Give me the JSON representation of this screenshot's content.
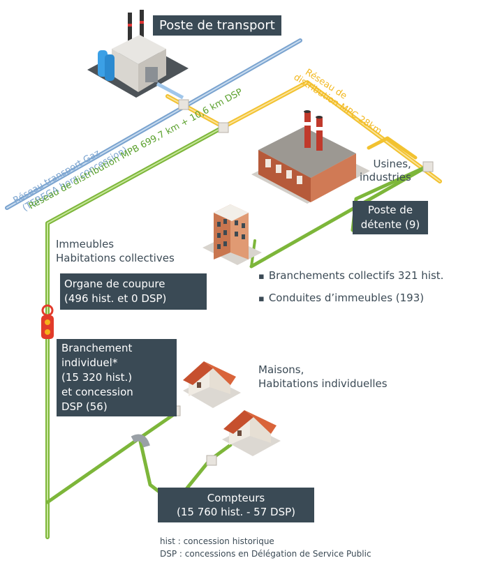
{
  "boxes": {
    "poste_transport": "Poste de transport",
    "poste_detente": [
      "Poste de",
      "détente (9)"
    ],
    "organe_coupure": [
      "Organe de coupure",
      "(496 hist. et 0 DSP)"
    ],
    "branchement_individuel": [
      "Branchement",
      "individuel*",
      "(15 320 hist.)",
      "et concession",
      "DSP (56)"
    ],
    "compteurs": [
      "Compteurs",
      "(15 760 hist. - 57 DSP)"
    ]
  },
  "network_labels": {
    "transport": [
      "Réseau transport Gaz",
      "(TEREGA hors concession)"
    ],
    "distribution_mpb": "Réseau de distribution MPB 699,7 km + 10,6 km DSP",
    "distribution_mpc": [
      "Réseau de",
      "distribution MPC 28km"
    ]
  },
  "labels": {
    "usines": [
      "Usines,",
      "industries"
    ],
    "immeubles": [
      "Immeubles",
      "Habitations collectives"
    ],
    "maisons": [
      "Maisons,",
      "Habitations individuelles"
    ]
  },
  "bullets": [
    "Branchements collectifs 321 hist.",
    "Conduites d’immeubles (193)"
  ],
  "footnotes": [
    "hist : concession historique",
    "DSP : concessions en Délégation de Service Public"
  ],
  "colors": {
    "transport_pipe": "#8fb3d9",
    "mpb_pipe": "#8cc63f",
    "mpc_pipe": "#f7c948",
    "box_bg": "#3a4a55",
    "text": "#3b4a55"
  }
}
